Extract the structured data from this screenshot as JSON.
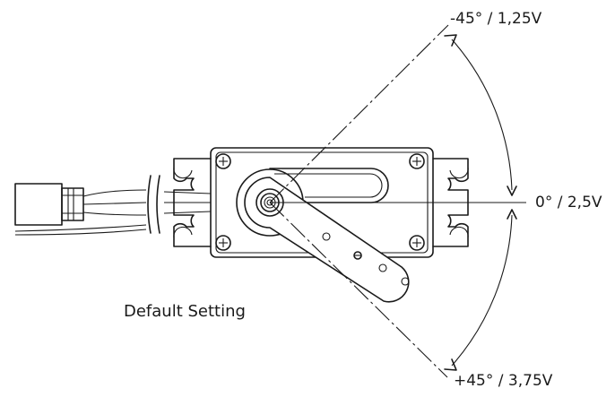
{
  "labels": {
    "minus45": "-45° / 1,25V",
    "zero": "0° / 2,5V",
    "plus45": "+45° / 3,75V",
    "default_setting": "Default Setting"
  },
  "colors": {
    "line": "#1a1a1a",
    "background": "#ffffff"
  }
}
